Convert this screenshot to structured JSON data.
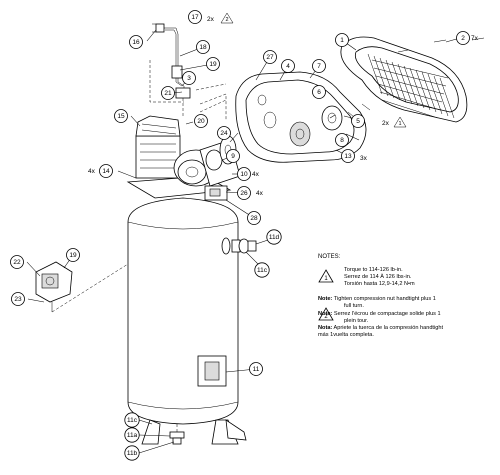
{
  "callouts": [
    {
      "id": "c1",
      "label": "1"
    },
    {
      "id": "c2",
      "label": "2"
    },
    {
      "id": "c3",
      "label": "3"
    },
    {
      "id": "c4",
      "label": "4"
    },
    {
      "id": "c5",
      "label": "5"
    },
    {
      "id": "c6",
      "label": "6"
    },
    {
      "id": "c7",
      "label": "7"
    },
    {
      "id": "c8",
      "label": "8"
    },
    {
      "id": "c9",
      "label": "9"
    },
    {
      "id": "c10",
      "label": "10"
    },
    {
      "id": "c11",
      "label": "11"
    },
    {
      "id": "c11a",
      "label": "11a"
    },
    {
      "id": "c11b",
      "label": "11b"
    },
    {
      "id": "c11c",
      "label": "11c"
    },
    {
      "id": "c11c2",
      "label": "11c"
    },
    {
      "id": "c11d",
      "label": "11d"
    },
    {
      "id": "c13",
      "label": "13"
    },
    {
      "id": "c14",
      "label": "14"
    },
    {
      "id": "c15",
      "label": "15"
    },
    {
      "id": "c16",
      "label": "16"
    },
    {
      "id": "c17",
      "label": "17"
    },
    {
      "id": "c18",
      "label": "18"
    },
    {
      "id": "c19",
      "label": "19"
    },
    {
      "id": "c19b",
      "label": "19"
    },
    {
      "id": "c20",
      "label": "20"
    },
    {
      "id": "c21",
      "label": "21"
    },
    {
      "id": "c22",
      "label": "22"
    },
    {
      "id": "c23",
      "label": "23"
    },
    {
      "id": "c24",
      "label": "24"
    },
    {
      "id": "c26",
      "label": "26"
    },
    {
      "id": "c27",
      "label": "27"
    },
    {
      "id": "c28",
      "label": "28"
    }
  ],
  "quantities": {
    "q17": "2x",
    "q2": "7x",
    "q5": "2x",
    "q13": "3x",
    "q14": "4x",
    "q10": "4x",
    "q26": "4x"
  },
  "triangle_marks": {
    "t17": "2",
    "t5": "1"
  },
  "notes": {
    "heading": "NOTES:",
    "torque_lines": [
      "Torque to 114-126 lb-in.",
      "Serrez de 114 À 126 lbs-in.",
      "Torsión hasta 12,9-14,2 N•m"
    ],
    "torque_mark": "1",
    "tighten_lines": [
      {
        "bold": "Note:",
        "text": " Tighten compression nut handtight plus 1"
      },
      {
        "bold": "",
        "text": "full turn."
      },
      {
        "bold": "Note:",
        "text": " Serrez l'écrou de compactage solide plus 1"
      },
      {
        "bold": "",
        "text": "plein tour."
      },
      {
        "bold": "Nota:",
        "text": " Apriete la tuerca de la compresión handtight"
      },
      {
        "bold": "",
        "text": "más 1vuelta completa."
      }
    ],
    "tighten_mark": "2"
  }
}
